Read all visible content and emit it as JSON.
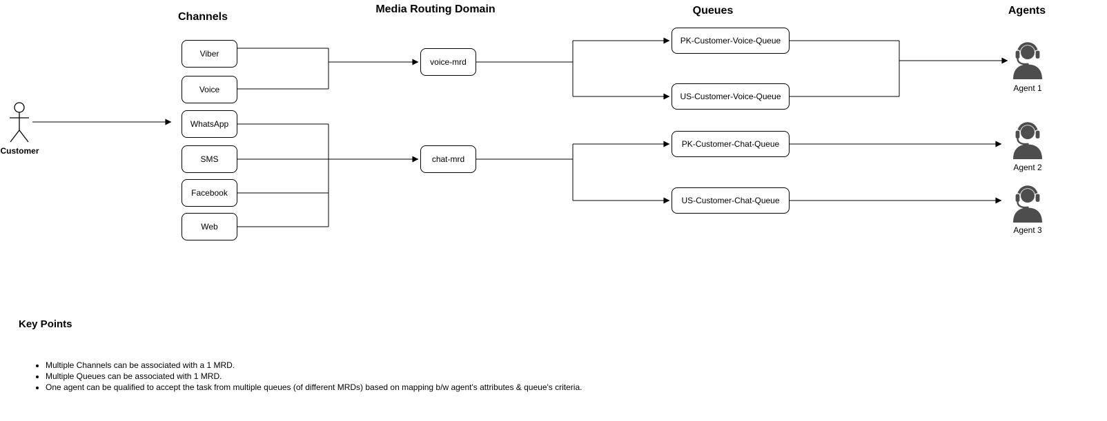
{
  "colors": {
    "line": "#000000",
    "node_border": "#000000",
    "node_fill": "#ffffff",
    "agent_icon": "#4d4d4d",
    "text": "#000000",
    "background": "#ffffff"
  },
  "headers": {
    "channels": "Channels",
    "media_routing_domain": "Media Routing Domain",
    "queues": "Queues",
    "agents": "Agents"
  },
  "customer": {
    "label": "Customer",
    "icon": "stick-figure-icon"
  },
  "channels": [
    {
      "label": "Viber"
    },
    {
      "label": "Voice"
    },
    {
      "label": "WhatsApp"
    },
    {
      "label": "SMS"
    },
    {
      "label": "Facebook"
    },
    {
      "label": "Web"
    }
  ],
  "mrds": [
    {
      "label": "voice-mrd"
    },
    {
      "label": "chat-mrd"
    }
  ],
  "queues": [
    {
      "label": "PK-Customer-Voice-Queue"
    },
    {
      "label": "US-Customer-Voice-Queue"
    },
    {
      "label": "PK-Customer-Chat-Queue"
    },
    {
      "label": "US-Customer-Chat-Queue"
    }
  ],
  "agents": [
    {
      "label": "Agent 1",
      "icon": "agent-headset-icon"
    },
    {
      "label": "Agent 2",
      "icon": "agent-headset-icon"
    },
    {
      "label": "Agent 3",
      "icon": "agent-headset-icon"
    }
  ],
  "key_points": {
    "title": "Key Points",
    "bullets": [
      "Multiple Channels can be associated with a 1 MRD.",
      "Multiple Queues can be associated with 1 MRD.",
      "One agent can be qualified to accept the task from multiple queues (of different MRDs) based on mapping b/w agent's attributes & queue's criteria."
    ]
  }
}
